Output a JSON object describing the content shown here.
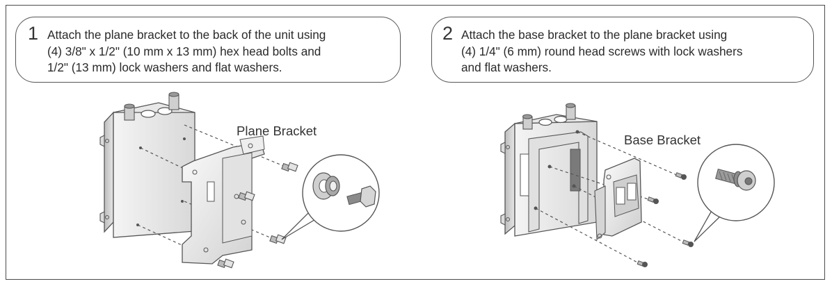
{
  "steps": [
    {
      "number": "1",
      "text": "Attach the plane bracket to the back of the unit using\n(4) 3/8\" x 1/2\" (10 mm x 13 mm) hex head bolts and\n1/2\" (13 mm) lock washers and flat washers."
    },
    {
      "number": "2",
      "text": "Attach the base bracket to the plane bracket using\n(4) 1/4\" (6 mm) round head screws with lock washers\nand flat washers."
    }
  ],
  "labels": {
    "plane_bracket": "Plane Bracket",
    "base_bracket": "Base Bracket"
  },
  "colors": {
    "stroke": "#555555",
    "fill_light": "#f2f2f2",
    "fill_mid": "#d9d9d9",
    "fill_dark": "#b5b5b5"
  }
}
